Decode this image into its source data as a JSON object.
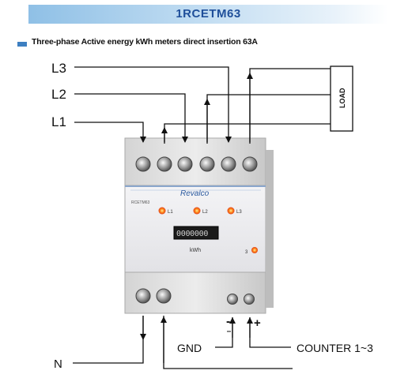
{
  "header": {
    "title": "1RCETM63",
    "subtitle": "Three-phase Active energy kWh meters direct insertion 63A"
  },
  "wiring": {
    "phase_labels": [
      "L3",
      "L2",
      "L1"
    ],
    "load_label": "LOAD",
    "neutral_label": "N",
    "gnd_label": "GND",
    "counter_label": "COUNTER 1~3",
    "minus_sign": "-",
    "plus_sign": "+"
  },
  "meter": {
    "brand": "Revalco",
    "model": "RCETM63",
    "led_labels": [
      "L1",
      "L2",
      "L3"
    ],
    "display_value": "0000000",
    "unit": "kWh",
    "pulse_label": "3"
  }
}
